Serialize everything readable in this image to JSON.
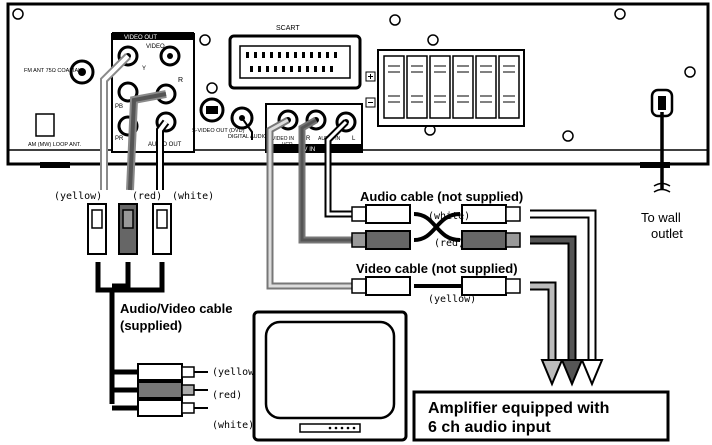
{
  "panel": {
    "video_out_title": "VIDEO OUT",
    "video_label": "VIDEO",
    "pb_label": "PB",
    "pr_label": "PR",
    "y_label": "Y",
    "audio_out_label": "AUDIO OUT",
    "fm_ant_label": "FM ANT 75Ω COAXIAL",
    "am_ant_label": "AM (MW) LOOP ANT.",
    "svideo_out_label": "S-VIDEO OUT (DVD)",
    "digital_audio_out_label": "DIGITAL AUDIO OUT",
    "scart_label": "SCART",
    "video_in_label": "VIDEO IN",
    "vcr_label": "VCR",
    "audio_in_label": "AUDIO IN",
    "av_in_label": "AV IN",
    "r_label": "R",
    "l_label": "L"
  },
  "labels": {
    "yellow": "(yellow)",
    "red": "(red)",
    "white": "(white)",
    "audio_cable": "Audio cable (not supplied)",
    "video_cable": "Video cable (not supplied)",
    "av_cable_line1": "Audio/Video cable",
    "av_cable_line2": "(supplied)",
    "to_wall_line1": "To wall",
    "to_wall_line2": "outlet",
    "amp_line1": "Amplifier equipped with",
    "amp_line2": "6 ch audio input"
  },
  "colors": {
    "ink": "#000000",
    "cable_gray": "#8a8a8a",
    "cable_dark": "#555555",
    "panel_bg": "#ffffff"
  }
}
